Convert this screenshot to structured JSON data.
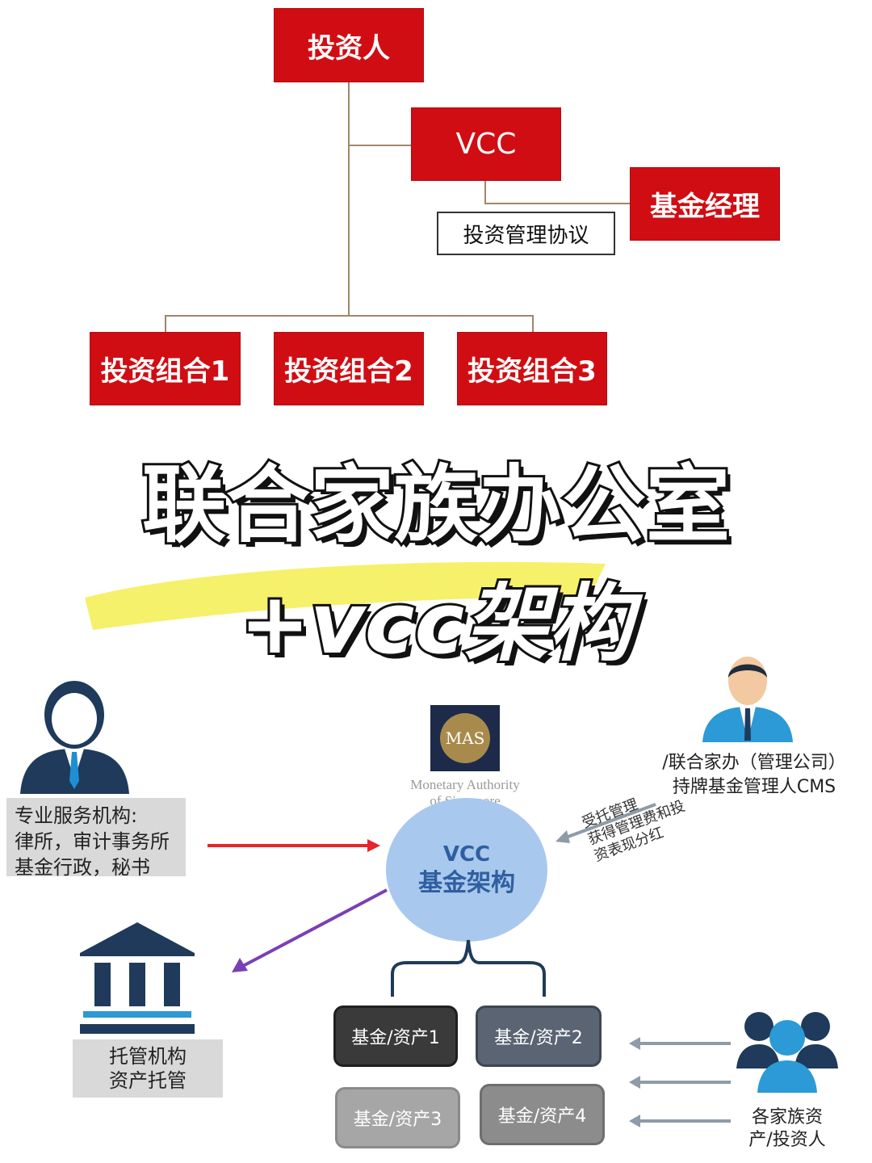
{
  "top_diagram": {
    "investor": "投资人",
    "vcc": "VCC",
    "fund_manager": "基金经理",
    "agreement": "投资管理协议",
    "portfolios": [
      "投资组合1",
      "投资组合2",
      "投资组合3"
    ]
  },
  "title": {
    "line1": "联合家族办公室",
    "line2": "+vcc架构"
  },
  "bottom_diagram": {
    "mas_logo": "MAS",
    "mas_caption_line1": "Monetary Authority",
    "mas_caption_line2": "of Singapore",
    "center_line1": "VCC",
    "center_line2": "基金架构",
    "services_lines": [
      "专业服务机构:",
      "律所，审计事务所",
      "基金行政，秘书"
    ],
    "manager_lines": [
      "/联合家办（管理公司）",
      "持牌基金管理人CMS"
    ],
    "manager_arrow_lines": [
      "受托管理",
      "获得管理费和投",
      "资表现分红"
    ],
    "custodian_lines": [
      "托管机构",
      "资产托管"
    ],
    "assets": [
      "基金/资产1",
      "基金/资产2",
      "基金/资产3",
      "基金/资产4"
    ],
    "investors_lines": [
      "各家族资",
      "产/投资人"
    ]
  },
  "colors": {
    "red": "#d00d13",
    "connector": "#a0866a",
    "circle": "#a9c8ee",
    "circle_text": "#2f5fa0",
    "asset1": "#3a3a3a",
    "asset2": "#5a6472",
    "asset3": "#a6a6a6",
    "asset4": "#8c8c8c",
    "highlight": "#f4f05a"
  }
}
